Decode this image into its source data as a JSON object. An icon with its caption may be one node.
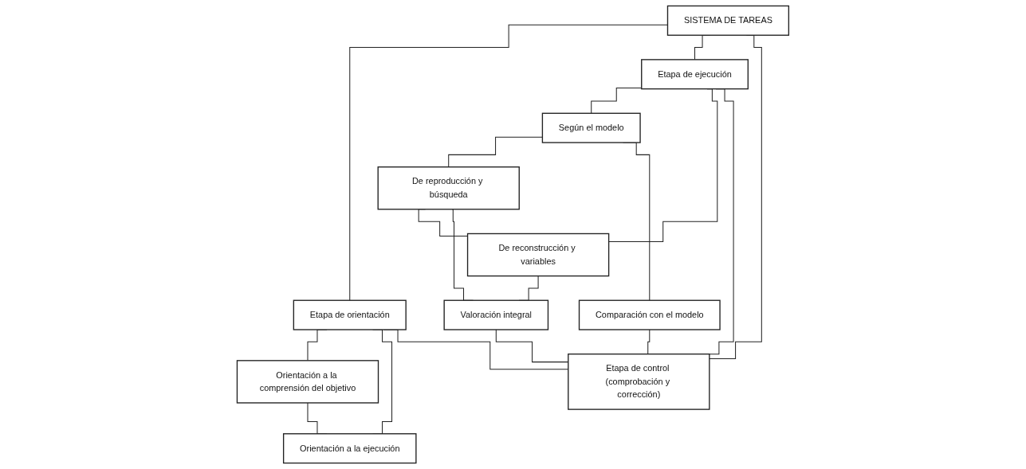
{
  "diagram": {
    "nodes": [
      {
        "text": [
          "SISTEMA DE TAREAS"
        ]
      },
      {
        "text": [
          "Etapa de orientación"
        ]
      },
      {
        "text": [
          "Etapa de ejecución"
        ]
      },
      {
        "text": [
          "Orientación a la comprensión del objetivo"
        ]
      },
      {
        "text": [
          "Orientación a la ejecución"
        ]
      },
      {
        "text": [
          "Según el modelo"
        ]
      },
      {
        "text": [
          "De reproducción y búsqueda"
        ]
      },
      {
        "text": [
          "De reconstrucción y variables"
        ]
      },
      {
        "text": [
          "Comparación con el modelo"
        ]
      },
      {
        "text": [
          "Valoración integral"
        ]
      },
      {
        "text": [
          "Etapa de control (comprobación y corrección)"
        ]
      }
    ],
    "edges": [
      {
        "from": 0,
        "to": 1,
        "arrow": "none"
      },
      {
        "from": 0,
        "to": 2,
        "arrow": "none"
      },
      {
        "from": 1,
        "to": 3,
        "arrow": "none"
      },
      {
        "from": 1,
        "to": 4,
        "arrow": "none"
      },
      {
        "from": 3,
        "to": 4,
        "arrow": "none"
      },
      {
        "from": 2,
        "to": 5,
        "arrow": "none"
      },
      {
        "from": 2,
        "to": 7,
        "arrow": "none"
      },
      {
        "from": 5,
        "to": 6,
        "arrow": "none"
      },
      {
        "from": 6,
        "to": 7,
        "arrow": "none"
      },
      {
        "from": 5,
        "to": 8,
        "arrow": "none"
      },
      {
        "from": 6,
        "to": 9,
        "arrow": "none"
      },
      {
        "from": 7,
        "to": 9,
        "arrow": "none"
      },
      {
        "from": 8,
        "to": 10,
        "arrow": "none"
      },
      {
        "from": 9,
        "to": 10,
        "arrow": "none"
      },
      {
        "from": 1,
        "to": 10,
        "arrow": "none"
      },
      {
        "from": 2,
        "to": 10,
        "arrow": "none"
      },
      {
        "from": 0,
        "to": 10,
        "arrow": "none"
      }
    ]
  }
}
